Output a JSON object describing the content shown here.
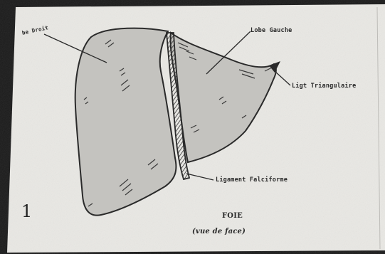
{
  "diagram": {
    "labels": {
      "right_lobe": "be Droit",
      "left_lobe": "Lobe Gauche",
      "triangular_ligament": "Ligt Triangulaire",
      "falciform_ligament": "Ligament Falciforme"
    },
    "caption": {
      "title": "FOIE",
      "subtitle": "(vue de face)"
    },
    "margin_mark": "1"
  },
  "colors": {
    "page": "#e9e8e4",
    "lobe_fill": "#c4c3bf",
    "ink": "#2a2a2a",
    "background": "#1b1b1b"
  }
}
